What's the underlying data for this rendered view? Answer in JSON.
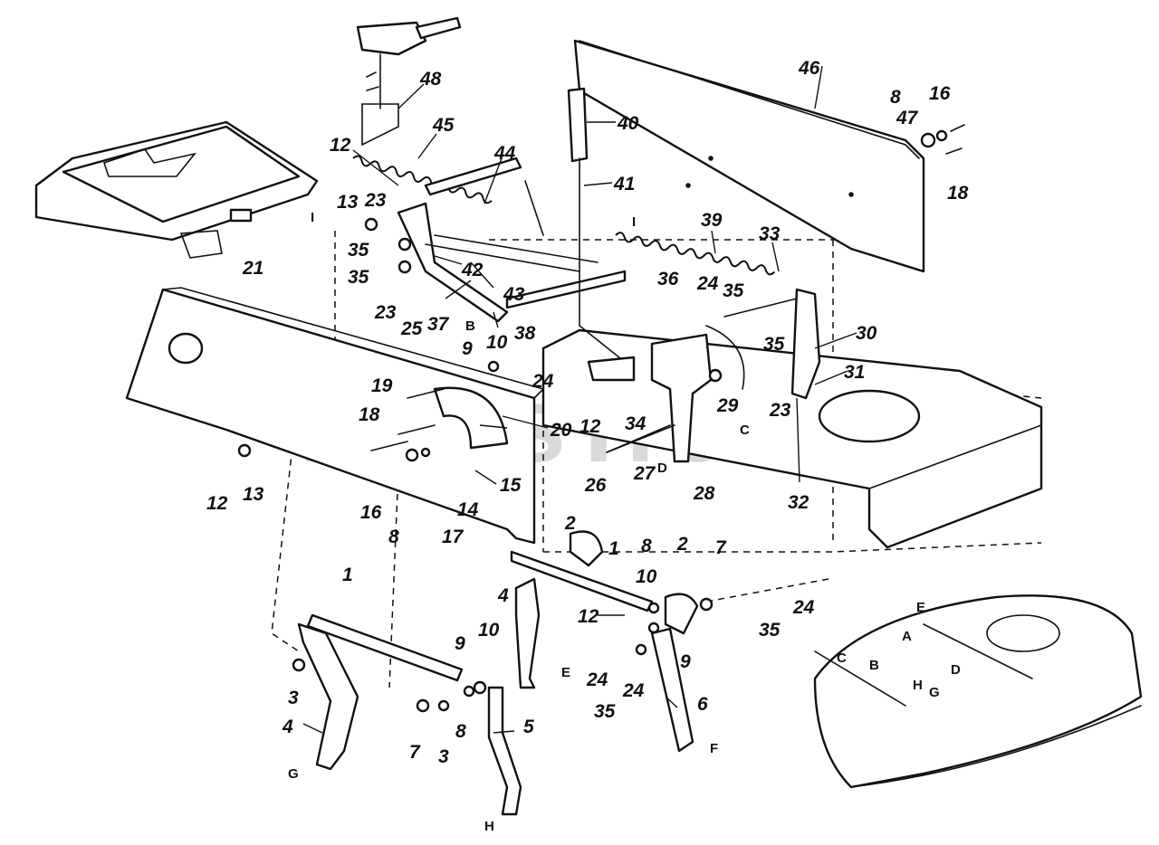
{
  "watermark": {
    "text": "PartsTree",
    "trademark": "™"
  },
  "callouts": [
    {
      "id": "c48",
      "text": "48"
    },
    {
      "id": "c45",
      "text": "45"
    },
    {
      "id": "c44",
      "text": "44"
    },
    {
      "id": "c12a",
      "text": "12"
    },
    {
      "id": "c13a",
      "text": "13"
    },
    {
      "id": "c23a",
      "text": "23"
    },
    {
      "id": "c35a",
      "text": "35"
    },
    {
      "id": "c35b",
      "text": "35"
    },
    {
      "id": "c23b",
      "text": "23"
    },
    {
      "id": "c42",
      "text": "42"
    },
    {
      "id": "c43",
      "text": "43"
    },
    {
      "id": "c37",
      "text": "37"
    },
    {
      "id": "c38",
      "text": "38"
    },
    {
      "id": "c21",
      "text": "21"
    },
    {
      "id": "c25",
      "text": "25"
    },
    {
      "id": "c9a",
      "text": "9"
    },
    {
      "id": "c10a",
      "text": "10"
    },
    {
      "id": "c19",
      "text": "19"
    },
    {
      "id": "c18a",
      "text": "18"
    },
    {
      "id": "c12b",
      "text": "12"
    },
    {
      "id": "c13b",
      "text": "13"
    },
    {
      "id": "c16a",
      "text": "16"
    },
    {
      "id": "c8a",
      "text": "8"
    },
    {
      "id": "c17",
      "text": "17"
    },
    {
      "id": "c14",
      "text": "14"
    },
    {
      "id": "c15",
      "text": "15"
    },
    {
      "id": "c20",
      "text": "20"
    },
    {
      "id": "c46",
      "text": "46"
    },
    {
      "id": "c40",
      "text": "40"
    },
    {
      "id": "c41",
      "text": "41"
    },
    {
      "id": "c39",
      "text": "39"
    },
    {
      "id": "c33",
      "text": "33"
    },
    {
      "id": "c8b",
      "text": "8"
    },
    {
      "id": "c16b",
      "text": "16"
    },
    {
      "id": "c47",
      "text": "47"
    },
    {
      "id": "c18b",
      "text": "18"
    },
    {
      "id": "c36",
      "text": "36"
    },
    {
      "id": "c24a",
      "text": "24"
    },
    {
      "id": "c35c",
      "text": "35"
    },
    {
      "id": "c35d",
      "text": "35"
    },
    {
      "id": "c30",
      "text": "30"
    },
    {
      "id": "c31",
      "text": "31"
    },
    {
      "id": "c24b",
      "text": "24"
    },
    {
      "id": "c12c",
      "text": "12"
    },
    {
      "id": "c34",
      "text": "34"
    },
    {
      "id": "c29",
      "text": "29"
    },
    {
      "id": "c23c",
      "text": "23"
    },
    {
      "id": "c26",
      "text": "26"
    },
    {
      "id": "c27",
      "text": "27"
    },
    {
      "id": "c28",
      "text": "28"
    },
    {
      "id": "c32",
      "text": "32"
    },
    {
      "id": "c2a",
      "text": "2"
    },
    {
      "id": "c1a",
      "text": "1"
    },
    {
      "id": "c8c",
      "text": "8"
    },
    {
      "id": "c2b",
      "text": "2"
    },
    {
      "id": "c7a",
      "text": "7"
    },
    {
      "id": "c4a",
      "text": "4"
    },
    {
      "id": "c10b",
      "text": "10"
    },
    {
      "id": "c12d",
      "text": "12"
    },
    {
      "id": "c9b",
      "text": "9"
    },
    {
      "id": "c24c",
      "text": "24"
    },
    {
      "id": "c24d",
      "text": "24"
    },
    {
      "id": "c35e",
      "text": "35"
    },
    {
      "id": "c6",
      "text": "6"
    },
    {
      "id": "c1b",
      "text": "1"
    },
    {
      "id": "c9c",
      "text": "9"
    },
    {
      "id": "c10c",
      "text": "10"
    },
    {
      "id": "c3a",
      "text": "3"
    },
    {
      "id": "c4b",
      "text": "4"
    },
    {
      "id": "c7b",
      "text": "7"
    },
    {
      "id": "c8d",
      "text": "8"
    },
    {
      "id": "c3b",
      "text": "3"
    },
    {
      "id": "c5",
      "text": "5"
    },
    {
      "id": "c35f",
      "text": "35"
    },
    {
      "id": "c24e",
      "text": "24"
    }
  ],
  "connector_letters": [
    {
      "id": "lI1",
      "text": "I"
    },
    {
      "id": "lI2",
      "text": "I"
    },
    {
      "id": "lB",
      "text": "B"
    },
    {
      "id": "lC",
      "text": "C"
    },
    {
      "id": "lD",
      "text": "D"
    },
    {
      "id": "lE",
      "text": "E"
    },
    {
      "id": "lF",
      "text": "F"
    },
    {
      "id": "lG",
      "text": "G"
    },
    {
      "id": "lH",
      "text": "H"
    },
    {
      "id": "lE2",
      "text": "E"
    },
    {
      "id": "lA",
      "text": "A"
    },
    {
      "id": "lC2",
      "text": "C"
    },
    {
      "id": "lB2",
      "text": "B"
    },
    {
      "id": "lD2",
      "text": "D"
    },
    {
      "id": "lH2",
      "text": "H"
    },
    {
      "id": "lG2",
      "text": "G"
    }
  ]
}
